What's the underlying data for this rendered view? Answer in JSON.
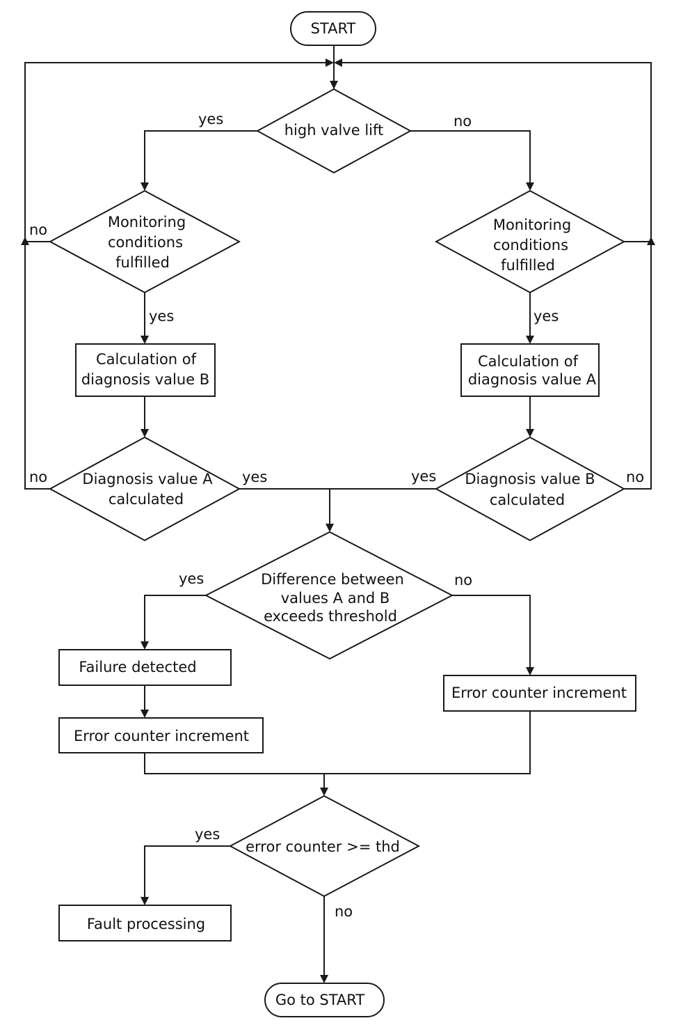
{
  "nodes": {
    "start": "START",
    "high_valve_lift": "high valve lift",
    "monitoring_left": [
      "Monitoring",
      "conditions",
      "fulfilled"
    ],
    "monitoring_right": [
      "Monitoring",
      "conditions",
      "fulfilled"
    ],
    "calc_b": [
      "Calculation of",
      "diagnosis value B"
    ],
    "calc_a": [
      "Calculation of",
      "diagnosis value A"
    ],
    "diag_a_calculated": [
      "Diagnosis value A",
      "calculated"
    ],
    "diag_b_calculated": [
      "Diagnosis value B",
      "calculated"
    ],
    "difference": [
      "Difference between",
      "values A and B",
      "exceeds threshold"
    ],
    "failure_detected": "Failure detected",
    "error_increment_left": "Error counter increment",
    "error_increment_right": "Error counter increment",
    "error_counter_check": "error counter >= thd",
    "fault_processing": "Fault processing",
    "go_to_start": "Go to START"
  },
  "labels": {
    "yes": "yes",
    "no": "no"
  }
}
